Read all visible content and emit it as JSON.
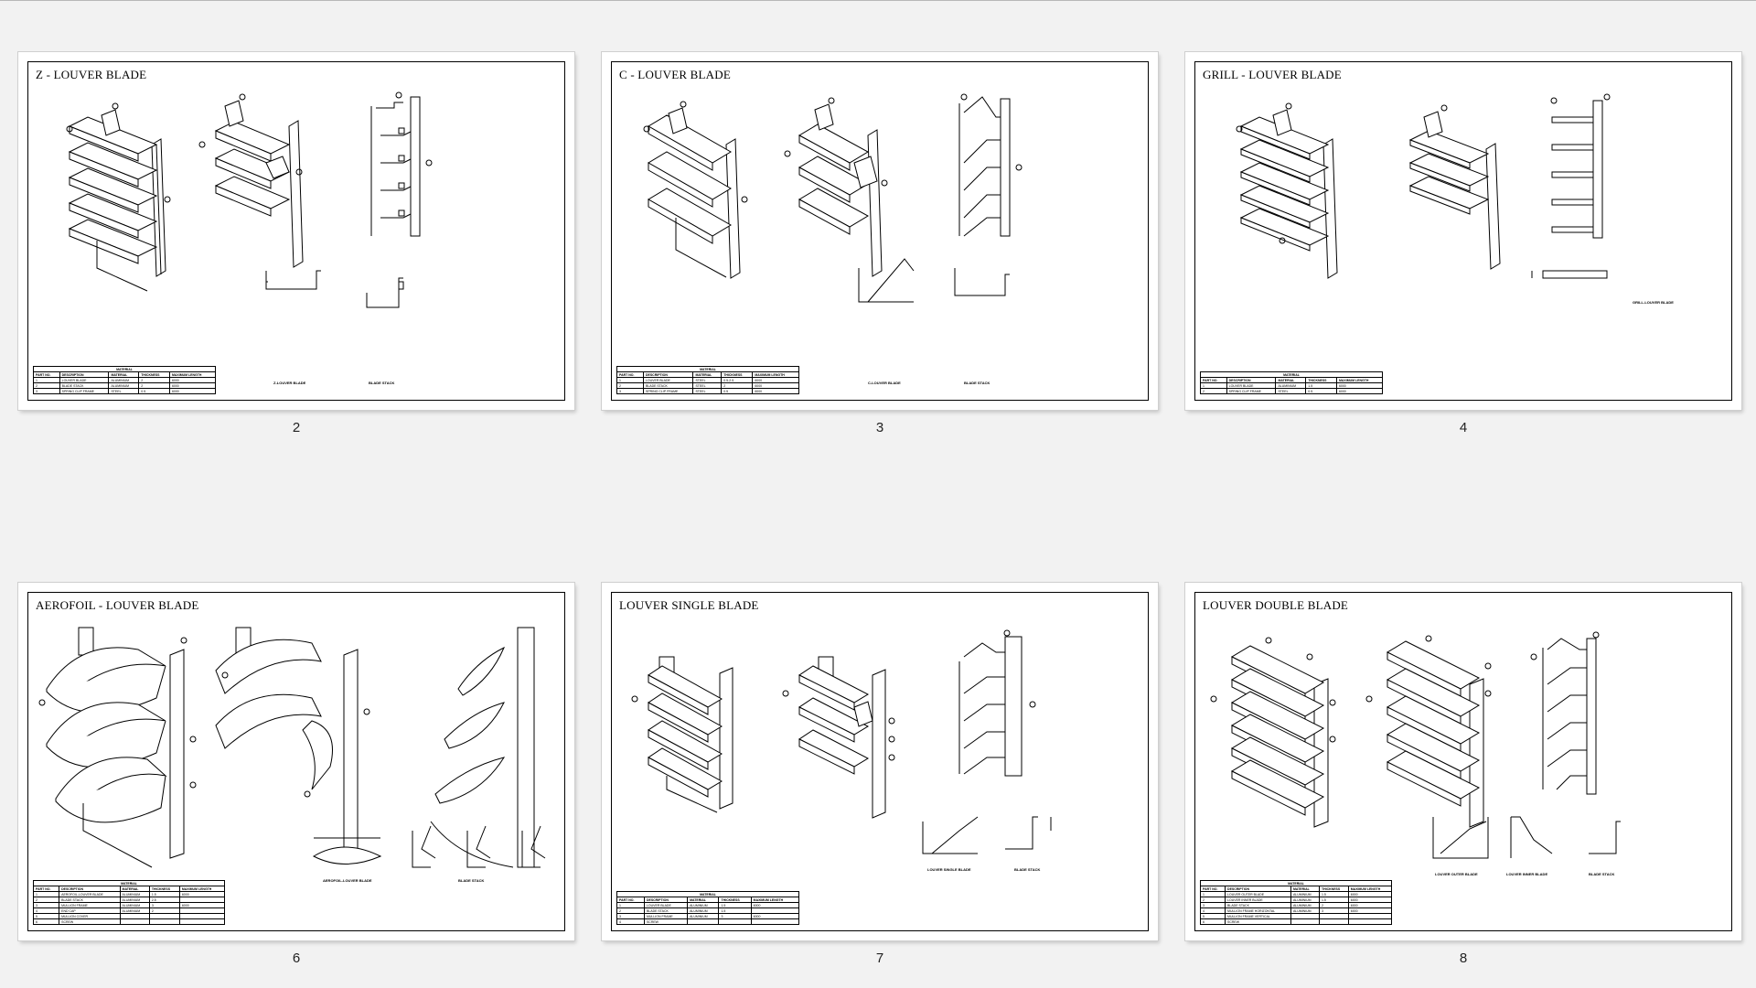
{
  "pages": [
    {
      "number": "2",
      "title": "Z - LOUVER BLADE",
      "bom": {
        "title": "MATERIAL",
        "headers": [
          "PART NO.",
          "DESCRIPTION",
          "MATERIAL",
          "THICKNESS",
          "MAXIMUM LENGTH"
        ],
        "rows": [
          [
            "1",
            "LOUVER BLADE",
            "ALUMINIUM",
            "2",
            "6000"
          ],
          [
            "2",
            "BLADE STACK",
            "ALUMINIUM",
            "2",
            "6000"
          ],
          [
            "3",
            "SPRING CLIP FRAME",
            "STEEL",
            "0.5",
            "6000"
          ]
        ]
      },
      "captions": [
        "Z-LOUVER BLADE",
        "BLADE STACK"
      ]
    },
    {
      "number": "3",
      "title": "C - LOUVER BLADE",
      "bom": {
        "title": "MATERIAL",
        "headers": [
          "PART NO.",
          "DESCRIPTION",
          "MATERIAL",
          "THICKNESS",
          "MAXIMUM LENGTH"
        ],
        "rows": [
          [
            "1",
            "LOUVER BLADE",
            "STEEL",
            "0.5-2.5",
            "6000"
          ],
          [
            "2",
            "BLADE STACK",
            "STEEL",
            "2",
            "6000"
          ],
          [
            "3",
            "SPRING CLIP FRAME",
            "STEEL",
            "0.5",
            "6000"
          ]
        ]
      },
      "captions": [
        "C-LOUVER BLADE",
        "BLADE STACK"
      ]
    },
    {
      "number": "4",
      "title": "GRILL - LOUVER BLADE",
      "bom": {
        "title": "MATERIAL",
        "headers": [
          "PART NO.",
          "DESCRIPTION",
          "MATERIAL",
          "THICKNESS",
          "MAXIMUM LENGTH"
        ],
        "rows": [
          [
            "1",
            "LOUVER BLADE",
            "ALUMINIUM",
            "1.5",
            "6000"
          ],
          [
            "2",
            "SPRING CLIP FRAME",
            "STEEL",
            "0.5",
            "6000"
          ]
        ]
      },
      "captions": [
        "GRILL-LOUVER BLADE"
      ]
    },
    {
      "number": "6",
      "title": "AEROFOIL - LOUVER BLADE",
      "bom": {
        "title": "MATERIAL",
        "headers": [
          "PART NO.",
          "DESCRIPTION",
          "MATERIAL",
          "THICKNESS",
          "MAXIMUM LENGTH"
        ],
        "rows": [
          [
            "1",
            "AEROFOIL-LOUVER BLADE",
            "ALUMINIUM",
            "1.5",
            "6000"
          ],
          [
            "2",
            "BLADE STACK",
            "ALUMINIUM",
            "2.5",
            ""
          ],
          [
            "3",
            "MULLION FRAME",
            "ALUMINIUM",
            "3",
            "6000"
          ],
          [
            "4",
            "END CAP",
            "ALUMINIUM",
            "2",
            ""
          ],
          [
            "5",
            "MULLION COVER",
            "",
            "",
            ""
          ],
          [
            "6",
            "SCREW",
            "",
            "",
            ""
          ]
        ]
      },
      "captions": [
        "AEROFOIL-LOUVER BLADE",
        "BLADE STACK"
      ]
    },
    {
      "number": "7",
      "title": "LOUVER SINGLE BLADE",
      "bom": {
        "title": "MATERIAL",
        "headers": [
          "PART NO.",
          "DESCRIPTION",
          "MATERIAL",
          "THICKNESS",
          "MAXIMUM LENGTH"
        ],
        "rows": [
          [
            "1",
            "LOUVER BLADE",
            "ALUMINIUM",
            "1.5",
            "6000"
          ],
          [
            "2",
            "BLADE STACK",
            "ALUMINIUM",
            "1.5",
            ""
          ],
          [
            "3",
            "MULLION FRAME",
            "ALUMINIUM",
            "3",
            "6000"
          ],
          [
            "4",
            "SCREW",
            "",
            "",
            ""
          ]
        ]
      },
      "captions": [
        "LOUVER SINGLE BLADE",
        "BLADE STACK"
      ]
    },
    {
      "number": "8",
      "title": "LOUVER DOUBLE BLADE",
      "bom": {
        "title": "MATERIAL",
        "headers": [
          "PART NO.",
          "DESCRIPTION",
          "MATERIAL",
          "THICKNESS",
          "MAXIMUM LENGTH"
        ],
        "rows": [
          [
            "1",
            "LOUVER OUTER BLADE",
            "ALUMINIUM",
            "1.5",
            "6000"
          ],
          [
            "2",
            "LOUVER INNER BLADE",
            "ALUMINIUM",
            "1.5",
            "6000"
          ],
          [
            "3",
            "BLADE STACK",
            "ALUMINIUM",
            "2",
            "6000"
          ],
          [
            "4",
            "MULLION FRAME HORIZONTAL",
            "ALUMINIUM",
            "3",
            "6000"
          ],
          [
            "5",
            "MULLION FRAME VERTICAL",
            "",
            "",
            ""
          ],
          [
            "6",
            "SCREW",
            "",
            "",
            ""
          ]
        ]
      },
      "captions": [
        "LOUVER OUTER BLADE",
        "LOUVER INNER BLADE",
        "BLADE STACK"
      ]
    }
  ]
}
